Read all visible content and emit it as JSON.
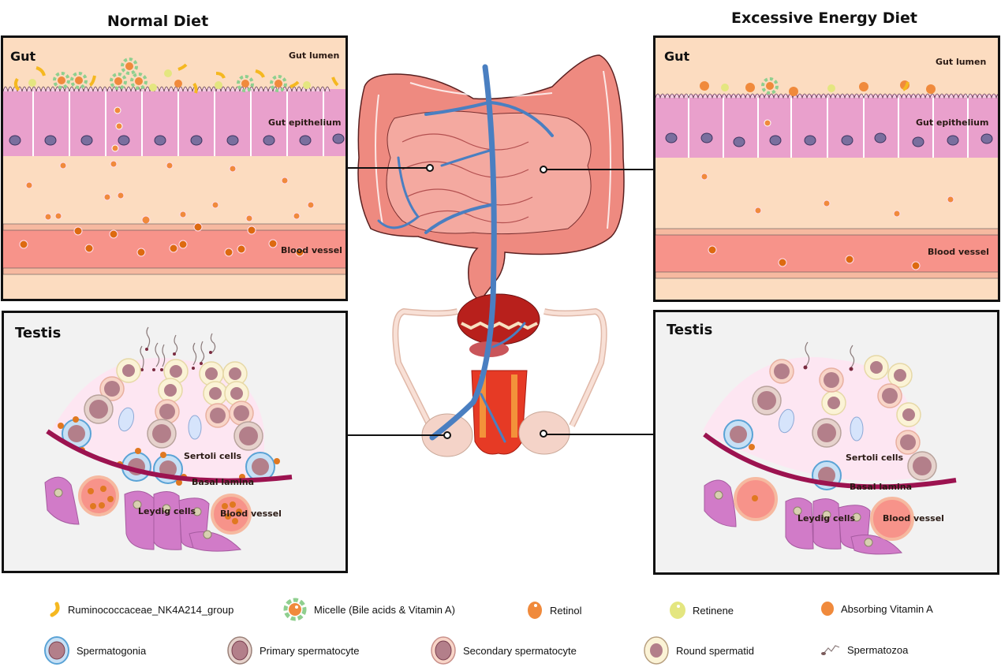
{
  "headings": {
    "left": "Normal Diet",
    "right": "Excessive Energy Diet"
  },
  "panels": {
    "normal_gut": {
      "title": "Gut",
      "labels": {
        "lumen": "Gut lumen",
        "epithelium": "Gut epithelium",
        "vessel": "Blood vessel"
      }
    },
    "excess_gut": {
      "title": "Gut",
      "labels": {
        "lumen": "Gut lumen",
        "epithelium": "Gut epithelium",
        "vessel": "Blood vessel"
      }
    },
    "normal_testis": {
      "title": "Testis",
      "labels": {
        "sertoli": "Sertoli cells",
        "basal": "Basal lamina",
        "leydig": "Leydig cells",
        "vessel": "Blood vessel"
      }
    },
    "excess_testis": {
      "title": "Testis",
      "labels": {
        "sertoli": "Sertoli cells",
        "basal": "Basal lamina",
        "leydig": "Leydig cells",
        "vessel": "Blood vessel"
      }
    }
  },
  "center": {
    "intestine": "intestine-illustration",
    "reproductive": "male-reproductive-illustration"
  },
  "colors": {
    "gut_bg": "#fcdcc0",
    "epithelium": "#e9a0cc",
    "nucleus": "#7a6f9e",
    "vessel": "#f7938a",
    "retinol": "#f08a3c",
    "absorbing_vitamin_a": "#e07820",
    "retinene": "#e4e680",
    "micelle_ring": "#8fcf8f",
    "bacteria": "#f5b820",
    "vein": "#4a7fc1",
    "testis_bg": "#f2f2f2",
    "basal_lamina": "#9c1350",
    "leydig": "#d17bc8"
  },
  "legend": [
    {
      "icon": "bacteria-icon",
      "label": "Ruminococcaceae_NK4A214_group"
    },
    {
      "icon": "micelle-icon",
      "label": "Micelle (Bile acids & Vitamin A)"
    },
    {
      "icon": "retinol-icon",
      "label": "Retinol"
    },
    {
      "icon": "retinene-icon",
      "label": "Retinene"
    },
    {
      "icon": "absorbing-vitamin-a-icon",
      "label": "Absorbing Vitamin A"
    },
    {
      "icon": "spermatogonia-icon",
      "label": "Spermatogonia"
    },
    {
      "icon": "primary-spermatocyte-icon",
      "label": "Primary spermatocyte"
    },
    {
      "icon": "secondary-spermatocyte-icon",
      "label": "Secondary spermatocyte"
    },
    {
      "icon": "round-spermatid-icon",
      "label": "Round spermatid"
    },
    {
      "icon": "spermatozoa-icon",
      "label": "Spermatozoa"
    }
  ]
}
